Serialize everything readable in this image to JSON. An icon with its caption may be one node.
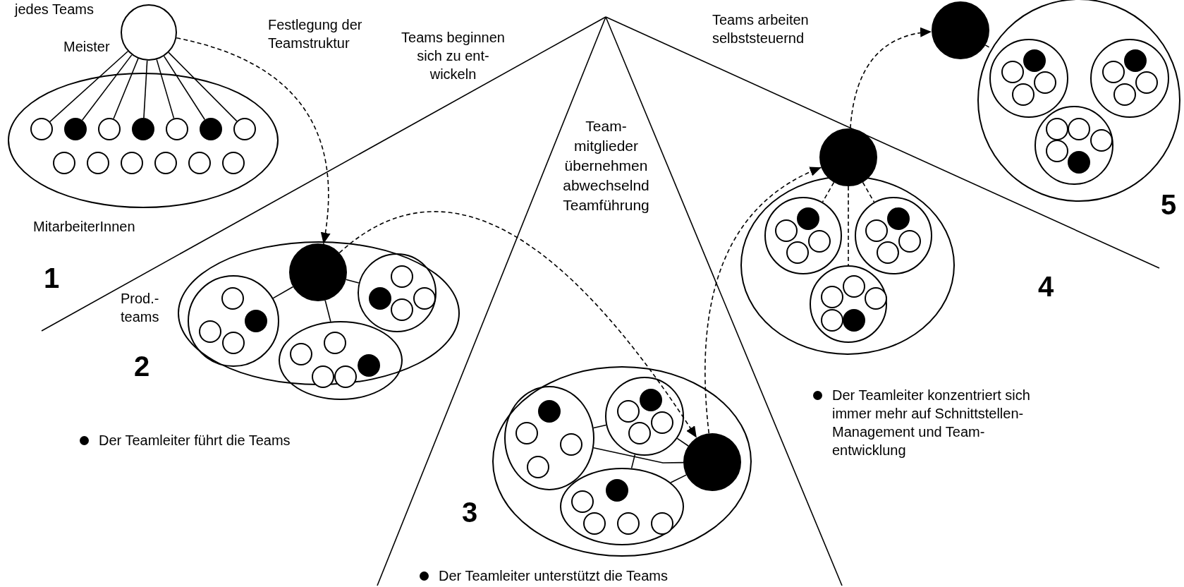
{
  "diagram": {
    "nodes": [
      {
        "text": [],
        "shape": "circle",
        "beside": [
          "Meister"
        ]
      },
      {
        "text": [],
        "shape": "ellipse",
        "beside": [
          "MitarbeiterInnen"
        ]
      },
      {
        "text": [],
        "shape": "circle",
        "in": 1
      },
      {
        "text": [],
        "shape": "circle",
        "in": 1
      },
      {
        "text": [],
        "shape": "circle",
        "in": 1
      },
      {
        "text": [],
        "shape": "circle",
        "in": 1
      },
      {
        "text": [],
        "shape": "circle",
        "in": 1
      },
      {
        "text": [],
        "shape": "circle",
        "in": 1
      },
      {
        "text": [],
        "shape": "circle",
        "in": 1
      },
      {
        "text": [],
        "shape": "circle",
        "in": 1
      },
      {
        "text": [],
        "shape": "circle",
        "in": 1
      },
      {
        "text": [],
        "shape": "circle",
        "in": 1
      },
      {
        "text": [],
        "shape": "circle",
        "in": 1
      },
      {
        "text": [],
        "shape": "circle",
        "in": 1
      },
      {
        "text": [],
        "shape": "circle",
        "in": 1
      },
      {
        "text": [],
        "shape": "ellipse"
      },
      {
        "text": [],
        "shape": "circle",
        "in": 15
      },
      {
        "text": [],
        "shape": "circle",
        "in": 15
      },
      {
        "text": [],
        "shape": "circle",
        "in": 17
      },
      {
        "text": [],
        "shape": "circle",
        "in": 17
      },
      {
        "text": [],
        "shape": "circle",
        "in": 17
      },
      {
        "text": [],
        "shape": "circle",
        "in": 17
      },
      {
        "text": [],
        "shape": "circle",
        "in": 15
      },
      {
        "text": [],
        "shape": "circle",
        "in": 22
      },
      {
        "text": [],
        "shape": "circle",
        "in": 22
      },
      {
        "text": [],
        "shape": "circle",
        "in": 22
      },
      {
        "text": [],
        "shape": "circle",
        "in": 22
      },
      {
        "text": [],
        "shape": "ellipse",
        "in": 15
      },
      {
        "text": [],
        "shape": "circle",
        "in": 27
      },
      {
        "text": [],
        "shape": "circle",
        "in": 27
      },
      {
        "text": [],
        "shape": "circle",
        "in": 27
      },
      {
        "text": [],
        "shape": "circle",
        "in": 27
      },
      {
        "text": [],
        "shape": "circle",
        "in": 27
      },
      {
        "text": [],
        "shape": "ellipse"
      },
      {
        "text": [],
        "shape": "ellipse",
        "in": 33
      },
      {
        "text": [],
        "shape": "circle",
        "in": 34
      },
      {
        "text": [],
        "shape": "circle",
        "in": 34
      },
      {
        "text": [],
        "shape": "circle",
        "in": 34
      },
      {
        "text": [],
        "shape": "circle",
        "in": 34
      },
      {
        "text": [],
        "shape": "circle",
        "in": 33
      },
      {
        "text": [],
        "shape": "circle",
        "in": 39
      },
      {
        "text": [],
        "shape": "circle",
        "in": 39
      },
      {
        "text": [],
        "shape": "circle",
        "in": 39
      },
      {
        "text": [],
        "shape": "circle",
        "in": 39
      },
      {
        "text": [],
        "shape": "ellipse",
        "in": 33
      },
      {
        "text": [],
        "shape": "circle",
        "in": 44
      },
      {
        "text": [],
        "shape": "circle",
        "in": 44
      },
      {
        "text": [],
        "shape": "circle",
        "in": 44
      },
      {
        "text": [],
        "shape": "circle",
        "in": 44
      },
      {
        "text": [],
        "shape": "circle",
        "in": 44
      },
      {
        "text": [],
        "shape": "circle",
        "in": 33
      },
      {
        "text": [],
        "shape": "circle"
      },
      {
        "text": [],
        "shape": "ellipse"
      },
      {
        "text": [],
        "shape": "circle",
        "in": 52
      },
      {
        "text": [],
        "shape": "circle",
        "in": 53
      },
      {
        "text": [],
        "shape": "circle",
        "in": 53
      },
      {
        "text": [],
        "shape": "circle",
        "in": 53
      },
      {
        "text": [],
        "shape": "circle",
        "in": 53
      },
      {
        "text": [],
        "shape": "circle",
        "in": 52
      },
      {
        "text": [],
        "shape": "circle",
        "in": 58
      },
      {
        "text": [],
        "shape": "circle",
        "in": 58
      },
      {
        "text": [],
        "shape": "circle",
        "in": 58
      },
      {
        "text": [],
        "shape": "circle",
        "in": 58
      },
      {
        "text": [],
        "shape": "circle",
        "in": 52
      },
      {
        "text": [],
        "shape": "circle",
        "in": 63
      },
      {
        "text": [],
        "shape": "circle",
        "in": 63
      },
      {
        "text": [],
        "shape": "circle",
        "in": 63
      },
      {
        "text": [],
        "shape": "circle",
        "in": 63
      },
      {
        "text": [],
        "shape": "circle",
        "in": 63
      },
      {
        "text": [],
        "shape": "circle"
      },
      {
        "text": [],
        "shape": "circle"
      },
      {
        "text": [],
        "shape": "circle",
        "in": 70
      },
      {
        "text": [],
        "shape": "circle",
        "in": 71
      },
      {
        "text": [],
        "shape": "circle",
        "in": 71
      },
      {
        "text": [],
        "shape": "circle",
        "in": 71
      },
      {
        "text": [],
        "shape": "circle",
        "in": 71
      },
      {
        "text": [],
        "shape": "circle",
        "in": 70
      },
      {
        "text": [],
        "shape": "circle",
        "in": 76
      },
      {
        "text": [],
        "shape": "circle",
        "in": 76
      },
      {
        "text": [],
        "shape": "circle",
        "in": 76
      },
      {
        "text": [],
        "shape": "circle",
        "in": 76
      },
      {
        "text": [],
        "shape": "circle",
        "in": 70
      },
      {
        "text": [],
        "shape": "circle",
        "in": 81
      },
      {
        "text": [],
        "shape": "circle",
        "in": 81
      },
      {
        "text": [],
        "shape": "circle",
        "in": 81
      },
      {
        "text": [],
        "shape": "circle",
        "in": 81
      },
      {
        "text": [],
        "shape": "circle",
        "in": 81
      }
    ],
    "edges": [
      {
        "from": 0,
        "to": 2,
        "arrow": "none"
      },
      {
        "from": 0,
        "to": 3,
        "arrow": "none"
      },
      {
        "from": 0,
        "to": 4,
        "arrow": "none"
      },
      {
        "from": 0,
        "to": 5,
        "arrow": "none"
      },
      {
        "from": 0,
        "to": 6,
        "arrow": "none"
      },
      {
        "from": 0,
        "to": 7,
        "arrow": "none"
      },
      {
        "from": 0,
        "to": 8,
        "arrow": "none"
      },
      {
        "from": 0,
        "to": 16,
        "arrow": "to",
        "style": "dashed"
      },
      {
        "from": 16,
        "to": 17,
        "arrow": "none"
      },
      {
        "from": 16,
        "to": 22,
        "arrow": "none"
      },
      {
        "from": 16,
        "to": 27,
        "arrow": "none"
      },
      {
        "from": 16,
        "to": 50,
        "arrow": "to",
        "style": "dashed"
      },
      {
        "from": 34,
        "to": 39,
        "arrow": "none"
      },
      {
        "from": 39,
        "to": 44,
        "arrow": "none"
      },
      {
        "from": 50,
        "to": 39,
        "arrow": "none"
      },
      {
        "from": 50,
        "to": 44,
        "arrow": "none"
      },
      {
        "from": 50,
        "to": 34,
        "arrow": "none"
      },
      {
        "from": 50,
        "to": 51,
        "arrow": "to",
        "style": "dashed"
      },
      {
        "from": 51,
        "to": 53,
        "arrow": "none",
        "style": "dashed"
      },
      {
        "from": 51,
        "to": 58,
        "arrow": "none",
        "style": "dashed"
      },
      {
        "from": 51,
        "to": 63,
        "arrow": "none",
        "style": "dashed"
      },
      {
        "from": 51,
        "to": 69,
        "arrow": "to",
        "style": "dashed"
      },
      {
        "from": 69,
        "to": 70,
        "arrow": "none",
        "style": "dashed"
      }
    ],
    "labels": [
      "jedes Teams",
      "Festlegung der Teamstruktur",
      "Teams beginnen sich zu ent- wickeln",
      "Team- mitglieder übernehmen abwechselnd Teamführung",
      "Teams arbeiten selbststeuernd",
      "1",
      "Prod.- teams",
      "2",
      "Der Teamleiter führt die Teams",
      "3",
      "Der Teamleiter unterstützt die Teams",
      "4",
      "5",
      "Der Teamleiter konzentriert sich immer mehr auf Schnittstellen- Management und Team- entwicklung"
    ]
  }
}
